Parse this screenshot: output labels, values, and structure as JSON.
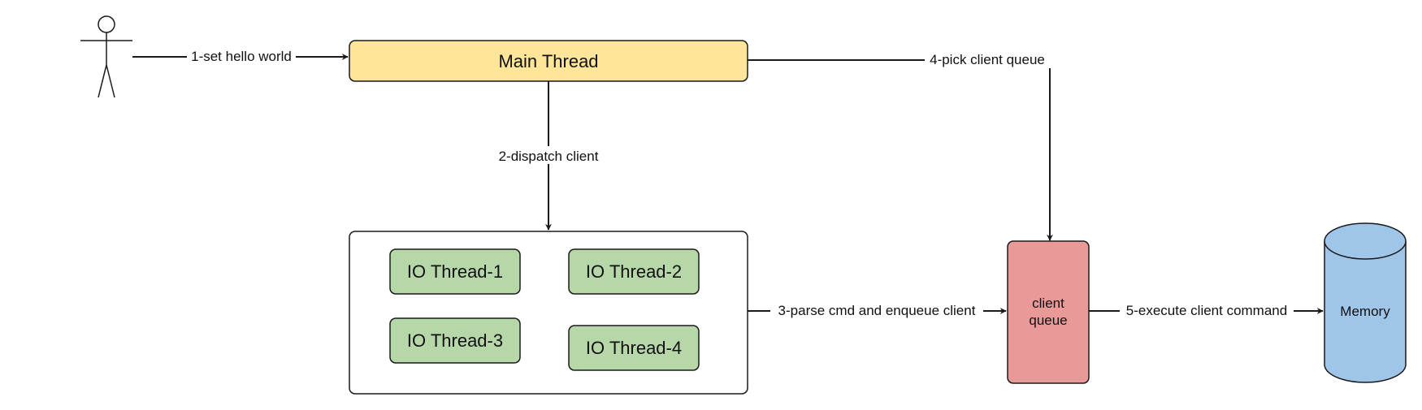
{
  "nodes": {
    "main_thread": "Main Thread",
    "io_thread_1": "IO Thread-1",
    "io_thread_2": "IO Thread-2",
    "io_thread_3": "IO Thread-3",
    "io_thread_4": "IO Thread-4",
    "client_queue_line1": "client",
    "client_queue_line2": "queue",
    "memory": "Memory"
  },
  "edges": {
    "set_hello_world": "1-set hello world",
    "dispatch_client": "2-dispatch client",
    "parse_and_enqueue": "3-parse cmd and enqueue client",
    "pick_client_queue": "4-pick client queue",
    "execute_client_command": "5-execute client command"
  },
  "colors": {
    "main_thread_fill": "#ffe599",
    "io_thread_fill": "#b6d7a8",
    "client_queue_fill": "#ea9999",
    "memory_fill": "#9fc5e8",
    "stroke": "#1a1a1a"
  },
  "icons": {
    "user": "stick-figure-actor-icon"
  }
}
